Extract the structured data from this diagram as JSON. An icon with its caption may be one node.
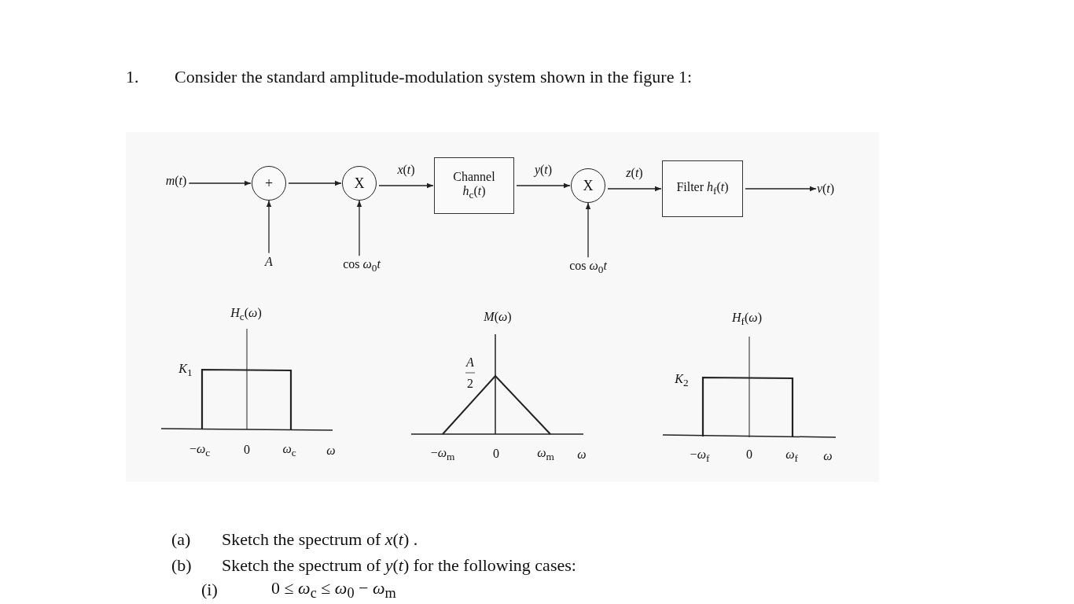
{
  "diagram": {
    "nodes": [
      {
        "text": [
          "*m*(*t*)"
        ]
      },
      {
        "text": [
          "+"
        ]
      },
      {
        "text": [
          "*A*"
        ]
      },
      {
        "text": [
          "X"
        ]
      },
      {
        "text": [
          "cos *ω*$_{0}$*t*"
        ]
      },
      {
        "text": [
          "Channel *h*$_{c}$(*t*)"
        ]
      },
      {
        "text": [
          "X"
        ]
      },
      {
        "text": [
          "cos *ω*$_{0}$*t*"
        ]
      },
      {
        "text": [
          "Filter *h*$_{f}$(*t*)"
        ]
      },
      {
        "text": [
          "*v*(*t*)"
        ]
      }
    ],
    "edges": [
      {
        "from": 0,
        "to": 1,
        "arrow": "to"
      },
      {
        "from": 2,
        "to": 1,
        "arrow": "to"
      },
      {
        "from": 1,
        "to": 3,
        "arrow": "to"
      },
      {
        "from": 4,
        "to": 3,
        "arrow": "to"
      },
      {
        "from": 3,
        "to": 5,
        "arrow": "to",
        "label": "*x*(*t*)"
      },
      {
        "from": 5,
        "to": 6,
        "arrow": "to",
        "label": "*y*(*t*)"
      },
      {
        "from": 7,
        "to": 6,
        "arrow": "to"
      },
      {
        "from": 6,
        "to": 8,
        "arrow": "to",
        "label": "*z*(*t*)"
      },
      {
        "from": 8,
        "to": 9,
        "arrow": "to"
      }
    ],
    "labels": [
      "1.",
      "Consider the standard amplitude-modulation system shown in the figure 1:",
      "*H*$_{c}$(*ω*)",
      "*K*$_{1}$",
      "−*ω*$_{c}$",
      "0",
      "*ω*$_{c}$",
      "*ω*",
      "*M*(*ω*)",
      "*A*",
      "2",
      "−*ω*$_{m}$",
      "0",
      "*ω*$_{m}$",
      "*ω*",
      "*H*$_{f}$(*ω*)",
      "*K*$_{2}$",
      "−*ω*$_{f}$",
      "0",
      "*ω*$_{f}$",
      "*ω*",
      "(a)",
      "Sketch the spectrum of *x*(*t*) .",
      "(b)",
      "Sketch the spectrum of *y*(*t*) for the following cases:",
      "(i)",
      "0 ≤ *ω*$_{c}$ ≤ *ω*$_{0}$ − *ω*$_{m}$"
    ]
  }
}
